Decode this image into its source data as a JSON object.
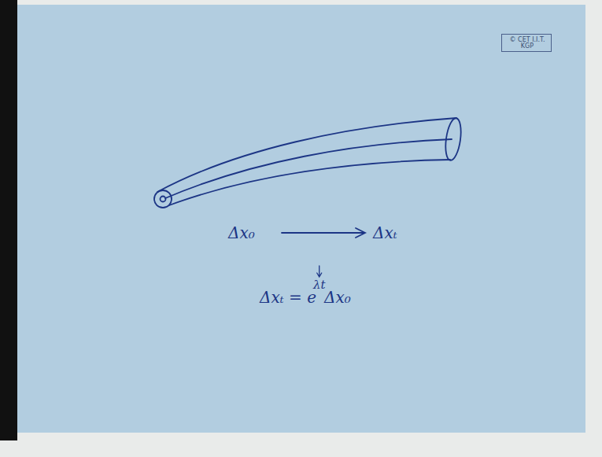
{
  "diagram": {
    "nodes": [
      {
        "text": [
          "© CET I.I.T. KGP"
        ]
      }
    ],
    "labels": [
      "Δx₀",
      "Δxₜ",
      "λt",
      "Δxₜ = e",
      "Δx₀"
    ]
  }
}
